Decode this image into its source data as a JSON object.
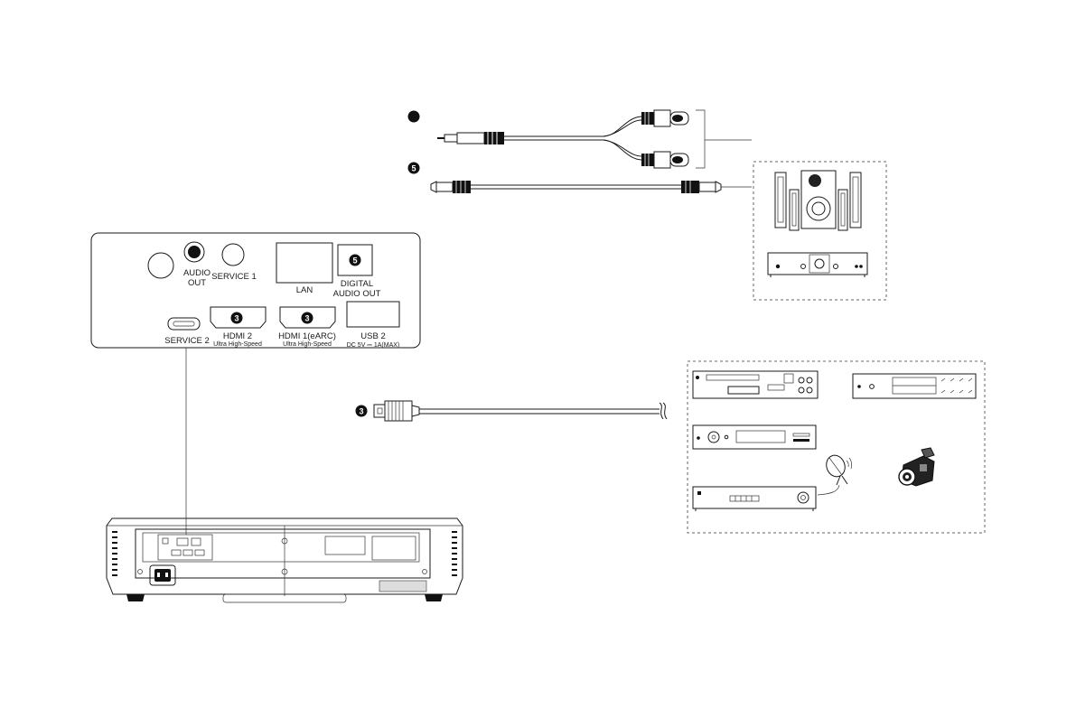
{
  "panel": {
    "audio_out": "AUDIO",
    "audio_out_2": "OUT",
    "service1": "SERVICE 1",
    "lan": "LAN",
    "digital_audio_out": "DIGITAL",
    "digital_audio_out_2": "AUDIO OUT",
    "service2": "SERVICE 2",
    "hdmi2": "HDMI 2",
    "hdmi2_sub": "Ultra High-Speed",
    "hdmi1": "HDMI 1(eARC)",
    "hdmi1_sub": "Ultra High-Speed",
    "usb2": "USB 2",
    "usb2_sub": "DC 5V ⎓ 1A(MAX)"
  },
  "badges": {
    "hdmi": "3",
    "optical": "5"
  },
  "colors": {
    "line": "#1a1a1a",
    "badge_fill": "#111111",
    "background": "#ffffff"
  },
  "icons": [
    "audio-cable-icon",
    "optical-cable-icon",
    "hdmi-cable-icon",
    "speaker-system-icon",
    "amplifier-icon",
    "dvd-recorder-icon",
    "cd-player-icon",
    "set-top-box-icon",
    "av-receiver-icon",
    "satellite-dish-icon",
    "camcorder-icon",
    "projector-rear-icon"
  ]
}
